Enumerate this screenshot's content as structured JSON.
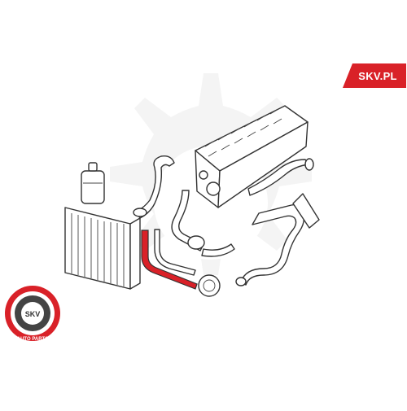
{
  "brand": {
    "badge_text": "SKV.PL",
    "badge_color": "#d92128",
    "logo_text_top": "SKV",
    "logo_text_bottom": "AUTO PARTS"
  },
  "highlight": {
    "color": "#d92128",
    "part": "highlighted-coolant-hose"
  }
}
